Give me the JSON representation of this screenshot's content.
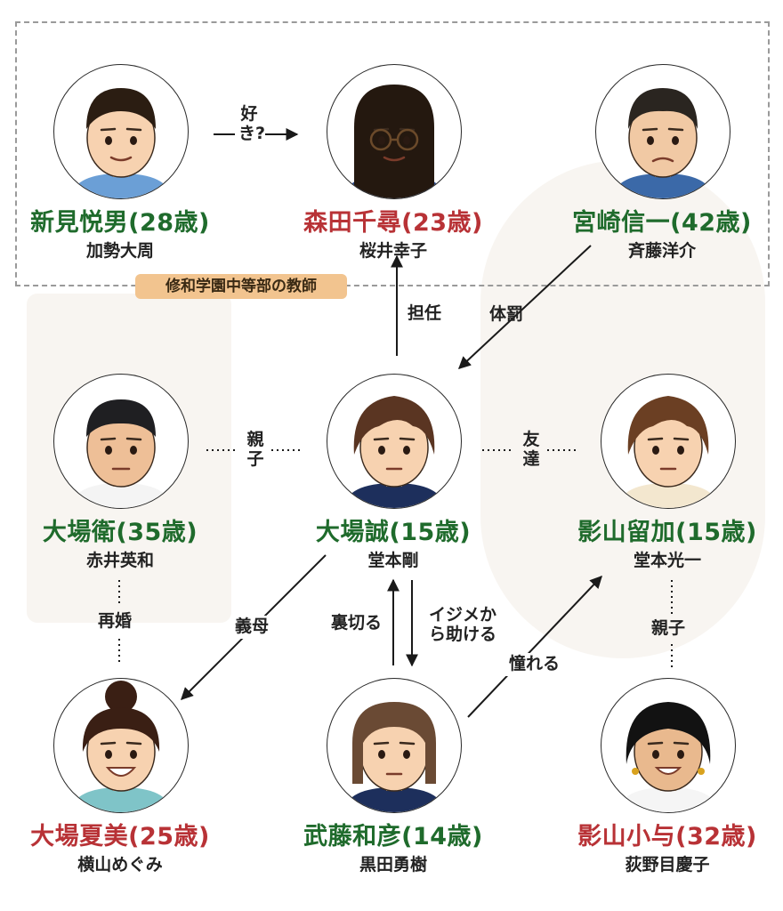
{
  "group_label": "修和学園中等部の教師",
  "people": [
    {
      "key": "niimi",
      "name": "新見悦男(28歳)",
      "actor": "加勢大周",
      "gender": "male",
      "hair": "#2b1d12",
      "skin": "#f7d2b0",
      "clothes": "#6b9fd6",
      "style": "short"
    },
    {
      "key": "morita",
      "name": "森田千尋(23歳)",
      "actor": "桜井幸子",
      "gender": "female",
      "hair": "#24180f",
      "skin": "#f7d2b0",
      "clothes": "#2f4f8f",
      "style": "long-glasses"
    },
    {
      "key": "miyazaki",
      "name": "宮崎信一(42歳)",
      "actor": "斉藤洋介",
      "gender": "male",
      "hair": "#2a2520",
      "skin": "#f1c9a4",
      "clothes": "#3b69a8",
      "style": "short-frown"
    },
    {
      "key": "obamamoru",
      "name": "大場衛(35歳)",
      "actor": "赤井英和",
      "gender": "male",
      "hair": "#1f1f22",
      "skin": "#eebf97",
      "clothes": "#f4f4f4",
      "style": "crew"
    },
    {
      "key": "obamakoto",
      "name": "大場誠(15歳)",
      "actor": "堂本剛",
      "gender": "male",
      "hair": "#5a3522",
      "skin": "#f7d2b0",
      "clothes": "#1d2f5c",
      "style": "wavy"
    },
    {
      "key": "kageyamaruka",
      "name": "影山留加(15歳)",
      "actor": "堂本光一",
      "gender": "male",
      "hair": "#6b3f23",
      "skin": "#f7d2b0",
      "clothes": "#f3e7cf",
      "style": "wavy-collar"
    },
    {
      "key": "natsumi",
      "name": "大場夏美(25歳)",
      "actor": "横山めぐみ",
      "gender": "female",
      "hair": "#3a1f14",
      "skin": "#f7d2b0",
      "clothes": "#7fc4c8",
      "style": "bun-smile"
    },
    {
      "key": "muto",
      "name": "武藤和彦(14歳)",
      "actor": "黒田勇樹",
      "gender": "male",
      "hair": "#6a4a34",
      "skin": "#f7d2b0",
      "clothes": "#1d2f5c",
      "style": "bob"
    },
    {
      "key": "kageyamako",
      "name": "影山小与(32歳)",
      "actor": "荻野目慶子",
      "gender": "female",
      "hair": "#121212",
      "skin": "#e9b98e",
      "clothes": "#f5f5f5",
      "style": "braid-smile"
    }
  ],
  "relations": {
    "suki": "好き?",
    "tannin": "担任",
    "taibatsu": "体罰",
    "oyako1": "親子",
    "tomodachi": "友達",
    "saikon": "再婚",
    "gibo": "義母",
    "uragiru": "裏切る",
    "ijime": "イジメから助ける",
    "akogare": "憧れる",
    "oyako2": "親子"
  },
  "colors": {
    "male": "#1f6b2c",
    "female": "#b83236",
    "label_bg": "#f2c48f",
    "line": "#1a1a1a"
  }
}
